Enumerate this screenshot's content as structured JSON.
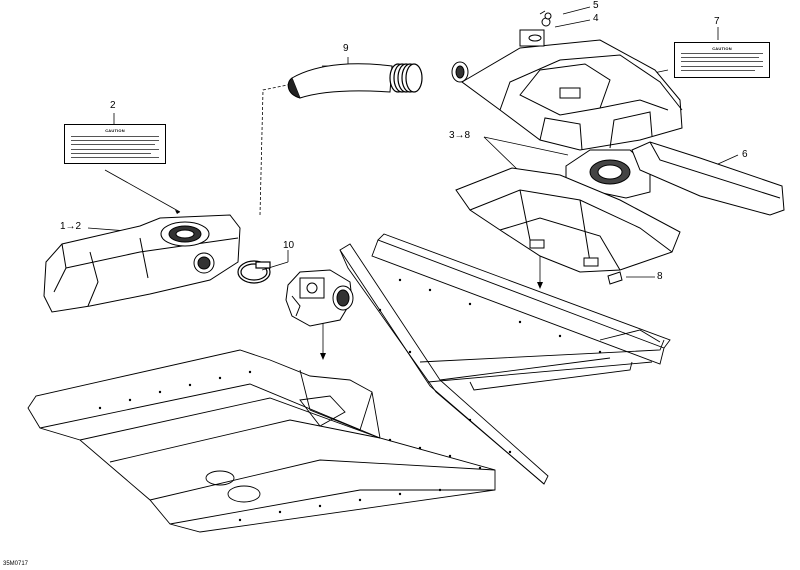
{
  "callouts": {
    "c1": "1",
    "c2": "2",
    "c1_range": "1→2",
    "c3_range": "3→8",
    "c4": "4",
    "c5": "5",
    "c6": "6",
    "c7": "7",
    "c8": "8",
    "c9": "9",
    "c10": "10"
  },
  "decals": {
    "left_title": "CAUTION",
    "right_title": "CAUTION"
  },
  "figure_code": "35M0717"
}
